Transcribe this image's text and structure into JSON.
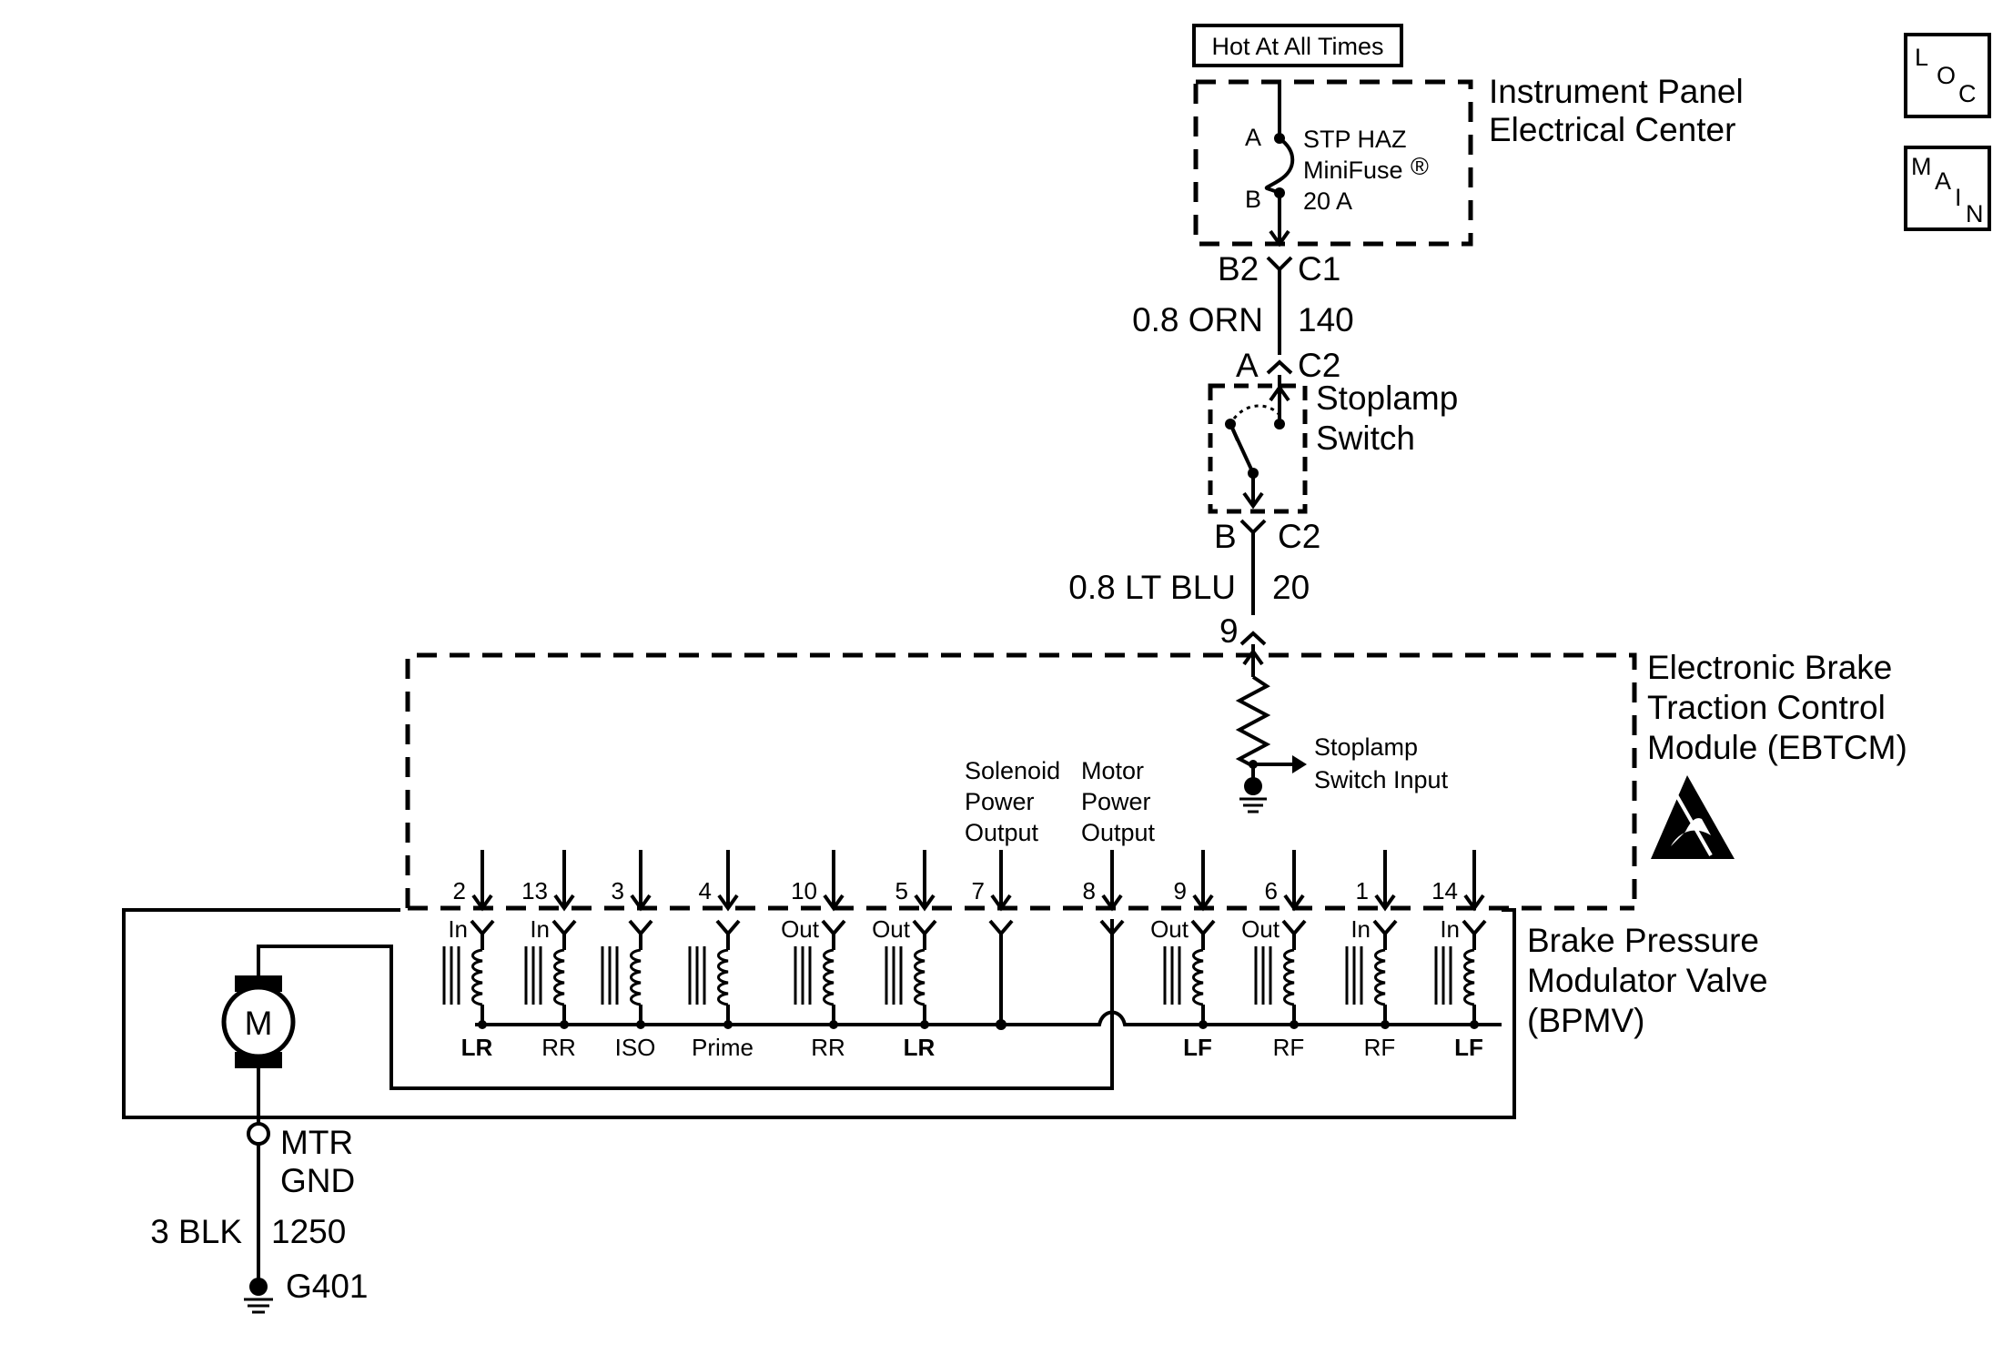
{
  "supply": {
    "hot_label": "Hot At All Times",
    "panel_name_line1": "Instrument Panel",
    "panel_name_line2": "Electrical Center",
    "fuse_terminal_a": "A",
    "fuse_terminal_b": "B",
    "fuse_line1": "STP HAZ",
    "fuse_line2": "MiniFuse",
    "fuse_reg": "®",
    "fuse_line3": "20 A"
  },
  "connectors": {
    "c1_cavity": "B2",
    "c1_name": "C1",
    "wire1_gauge_color": "0.8 ORN",
    "wire1_circuit": "140",
    "switch_in_cavity": "A",
    "switch_in_name": "C2",
    "switch_out_cavity": "B",
    "switch_out_name": "C2",
    "wire2_gauge_color": "0.8 LT BLU",
    "wire2_circuit": "20",
    "ebtcm_pin": "9"
  },
  "stoplamp_switch": {
    "line1": "Stoplamp",
    "line2": "Switch"
  },
  "ebtcm": {
    "line1": "Electronic Brake",
    "line2": "Traction Control",
    "line3": "Module (EBTCM)",
    "input_line1": "Stoplamp",
    "input_line2": "Switch Input",
    "solenoid_line1": "Solenoid",
    "solenoid_line2": "Power",
    "solenoid_line3": "Output",
    "motor_line1": "Motor",
    "motor_line2": "Power",
    "motor_line3": "Output"
  },
  "bpmv": {
    "line1": "Brake Pressure",
    "line2": "Modulator Valve",
    "line3": "(BPMV)",
    "motor_symbol": "M"
  },
  "pins": [
    {
      "num": "2",
      "type": "In",
      "wheel": "LR"
    },
    {
      "num": "13",
      "type": "In",
      "wheel": "RR"
    },
    {
      "num": "3",
      "type": "",
      "wheel": "ISO"
    },
    {
      "num": "4",
      "type": "",
      "wheel": "Prime"
    },
    {
      "num": "10",
      "type": "Out",
      "wheel": "RR"
    },
    {
      "num": "5",
      "type": "Out",
      "wheel": "LR"
    },
    {
      "num": "7",
      "type": "",
      "wheel": ""
    },
    {
      "num": "8",
      "type": "",
      "wheel": ""
    },
    {
      "num": "9",
      "type": "Out",
      "wheel": "LF"
    },
    {
      "num": "6",
      "type": "Out",
      "wheel": "RF"
    },
    {
      "num": "1",
      "type": "In",
      "wheel": "RF"
    },
    {
      "num": "14",
      "type": "In",
      "wheel": "LF"
    }
  ],
  "ground": {
    "mtr_line1": "MTR",
    "mtr_line2": "GND",
    "wire_gauge_color": "3 BLK",
    "wire_circuit": "1250",
    "ground_id": "G401"
  },
  "nav": {
    "loc_l": "L",
    "loc_o": "O",
    "loc_c": "C",
    "main_m": "M",
    "main_a": "A",
    "main_i": "I",
    "main_n": "N"
  }
}
